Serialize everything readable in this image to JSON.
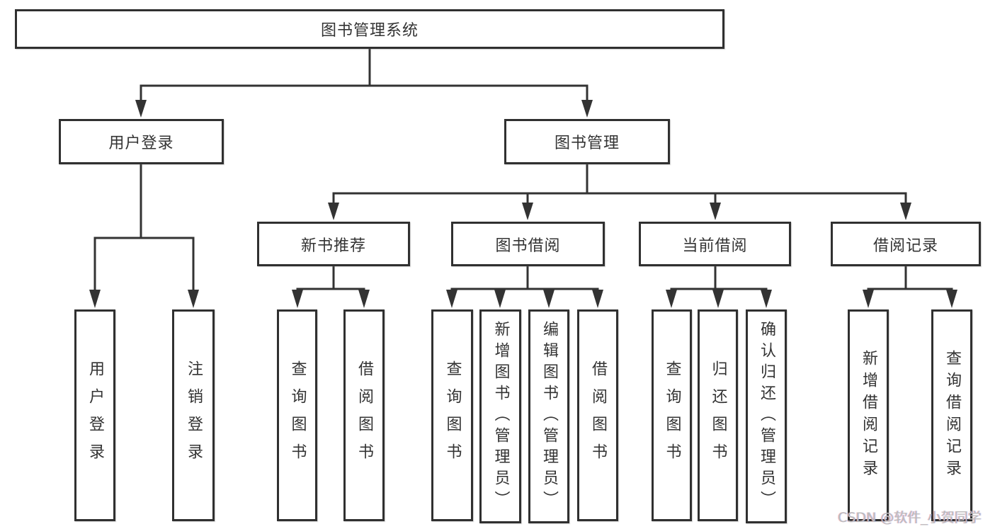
{
  "diagram": {
    "root": {
      "label": "图书管理系统"
    },
    "level2": [
      {
        "label": "用户登录",
        "leaves": [
          {
            "label": "用户登录"
          },
          {
            "label": "注销登录"
          }
        ]
      },
      {
        "label": "图书管理",
        "sections": [
          {
            "label": "新书推荐",
            "leaves": [
              {
                "label": "查询图书"
              },
              {
                "label": "借阅图书"
              }
            ]
          },
          {
            "label": "图书借阅",
            "leaves": [
              {
                "label": "查询图书"
              },
              {
                "label": "新增图书（管理员）"
              },
              {
                "label": "编辑图书（管理员）"
              },
              {
                "label": "借阅图书"
              }
            ]
          },
          {
            "label": "当前借阅",
            "leaves": [
              {
                "label": "查询图书"
              },
              {
                "label": "归还图书"
              },
              {
                "label": "确认归还（管理员）"
              }
            ]
          },
          {
            "label": "借阅记录",
            "leaves": [
              {
                "label": "新增借阅记录"
              },
              {
                "label": "查询借阅记录"
              }
            ]
          }
        ]
      }
    ],
    "watermark": {
      "text": "CSDN @软件_小贺同学"
    },
    "colors": {
      "line": "#333333",
      "border": "#303030",
      "text": "#333333",
      "watermark": "#bcbcbc",
      "background": "#ffffff"
    }
  }
}
